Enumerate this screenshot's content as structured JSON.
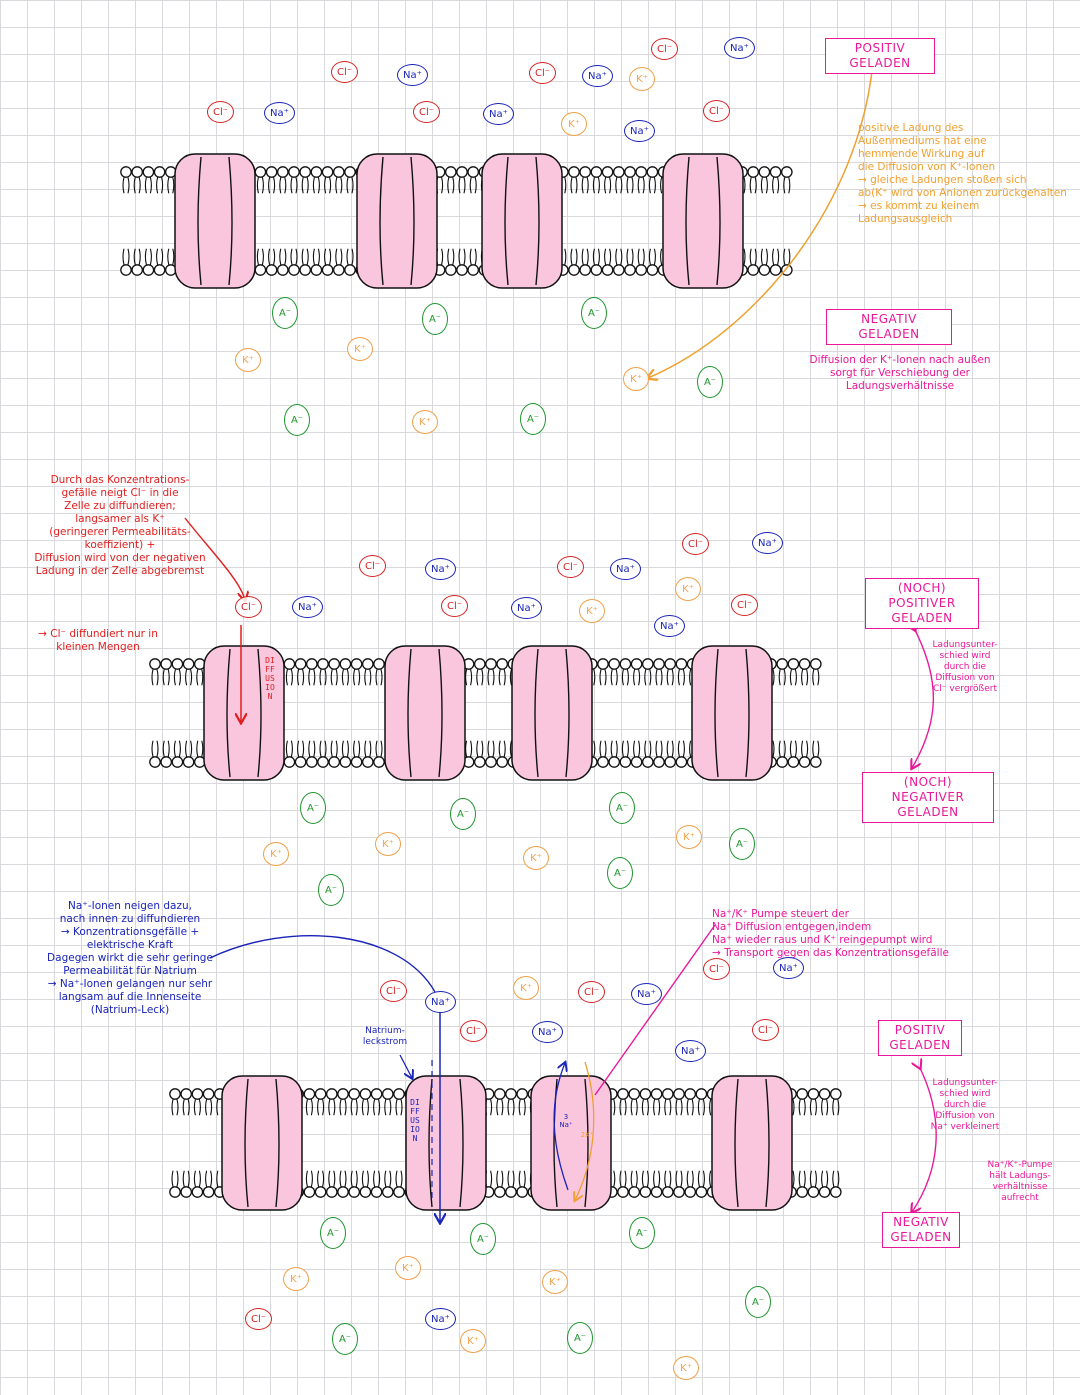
{
  "ion_labels": {
    "cl": "Cl⁻",
    "na": "Na⁺",
    "k": "K⁺",
    "a": "A⁻"
  },
  "colors": {
    "cl": "#d42323",
    "na": "#1a24b8",
    "k": "#f0a04a",
    "a": "#20962f",
    "protein": "#f9c6de",
    "note_orange": "#f0a030",
    "note_magenta": "#e8189a",
    "note_red": "#e11d1d",
    "note_blue": "#1a24b8"
  },
  "panel1": {
    "box_positive": "POSITIV GELADEN",
    "box_negative": "NEGATIV GELADEN",
    "note_orange": "positive Ladung des\nAußenmediums hat eine\nhemmende Wirkung auf\ndie Diffusion von K⁺-Ionen\n→ gleiche Ladungen stoßen sich\nab(K⁺ wird von Anionen zurückgehalten\n→ es kommt zu keinem\nLadungsausgleich",
    "note_magenta": "Diffusion der K⁺-Ionen nach außen\nsorgt für Verschiebung der\nLadungsverhältnisse"
  },
  "panel2": {
    "note_red": "Durch das Konzentrations-\ngefälle neigt Cl⁻ in die\nZelle zu diffundieren;\nlangsamer als K⁺\n(geringerer Permeabilitäts-\nkoeffizient) +\nDiffusion wird von der negativen\nLadung in der Zelle abgebremst",
    "note_red_result": "→ Cl⁻ diffundiert nur in\nkleinen Mengen",
    "diffusion_label": "DIFFUSION",
    "box_positive": "(NOCH) POSITIVER\nGELADEN",
    "box_negative": "(NOCH) NEGATIVER\nGELADEN",
    "note_magenta": "Ladungsunter-\nschied wird\ndurch die\nDiffusion von\nCl⁻ vergrößert"
  },
  "panel3": {
    "note_blue": "Na⁺-Ionen neigen dazu,\nnach innen zu diffundieren\n→ Konzentrationsgefälle +\nelektrische Kraft\nDagegen wirkt die sehr geringe\nPermeabilität für Natrium\n→ Na⁺-Ionen gelangen nur sehr\nlangsam auf die Innenseite\n(Natrium-Leck)",
    "leak_label": "Natrium-\nleckstrom",
    "diffusion_label": "DIFFUSION",
    "pump_na": "3\nNa⁺",
    "pump_k": "2K⁺",
    "note_pump": "Na⁺/K⁺ Pumpe steuert der\nNa⁺ Diffusion entgegen,indem\nNa⁺ wieder raus und K⁺ reingepumpt wird\n→ Transport gegen das Konzentrationsgefälle",
    "box_positive": "POSITIV\nGELADEN",
    "box_negative": "NEGATIV\nGELADEN",
    "note_magenta": "Ladungsunter-\nschied wird\ndurch die\nDiffusion von\nNa⁺ verkleinert",
    "note_magenta2": "Na⁺/K⁺-Pumpe\nhält Ladungs-\nverhältnisse\naufrecht"
  }
}
